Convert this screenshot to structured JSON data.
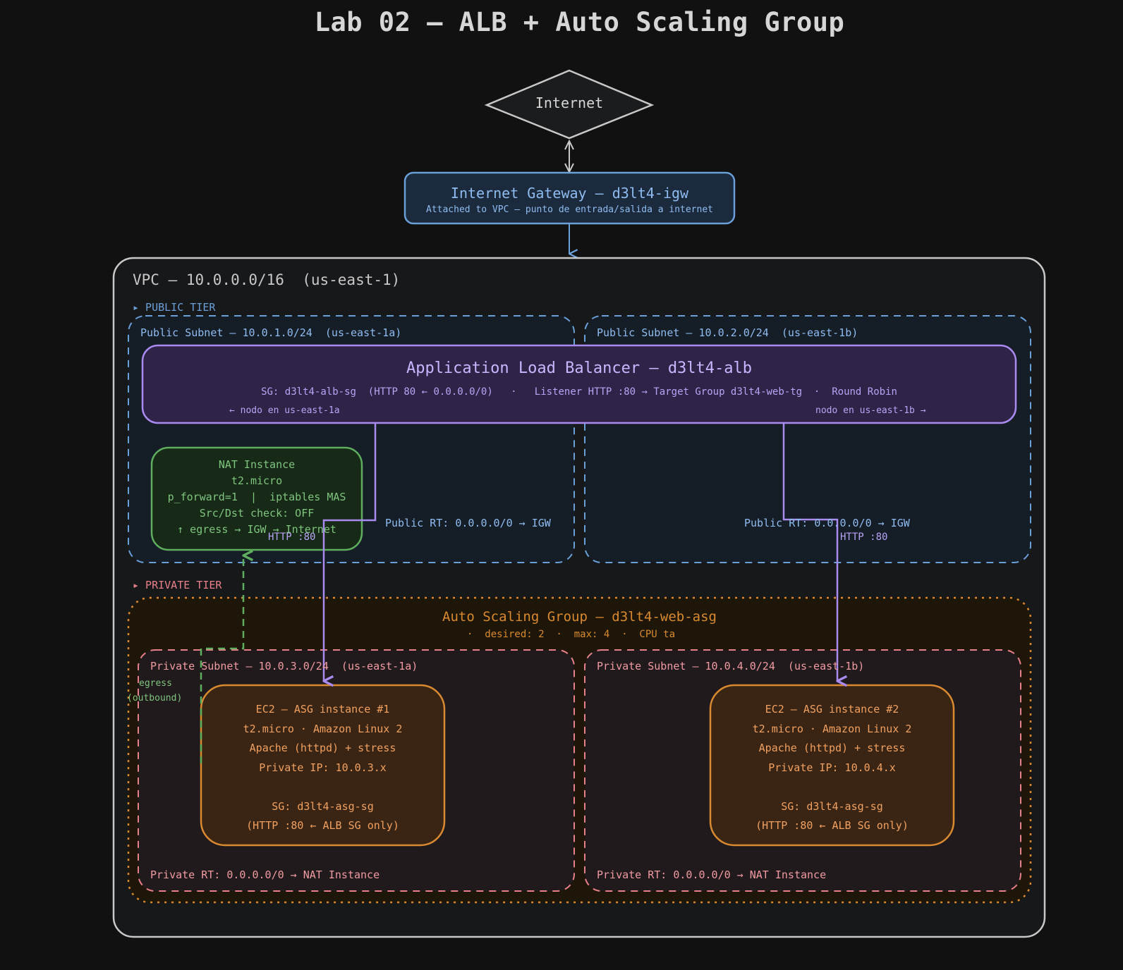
{
  "title": "Lab 02 — ALB + Auto Scaling Group",
  "internet": {
    "label": "Internet"
  },
  "igw": {
    "title": "Internet Gateway — d3lt4-igw",
    "subtitle": "Attached to VPC — punto de entrada/salida a internet"
  },
  "vpc": {
    "label": "VPC — 10.0.0.0/16  (us-east-1)",
    "public_tier": "▸ PUBLIC TIER",
    "private_tier": "▸ PRIVATE TIER"
  },
  "public_subnets": [
    {
      "label": "Public Subnet — 10.0.1.0/24  (us-east-1a)",
      "rt": "Public RT: 0.0.0.0/0 → IGW"
    },
    {
      "label": "Public Subnet — 10.0.2.0/24  (us-east-1b)",
      "rt": "Public RT: 0.0.0.0/0 → IGW"
    }
  ],
  "alb": {
    "title": "Application Load Balancer — d3lt4-alb",
    "details": "SG: d3lt4-alb-sg  (HTTP 80 ← 0.0.0.0/0)   ·   Listener HTTP :80 → Target Group d3lt4-web-tg  ·  Round Robin",
    "node_a": "← nodo en us-east-1a",
    "node_b": "nodo en us-east-1b →"
  },
  "nat": {
    "lines": [
      "NAT Instance",
      "t2.micro",
      "p_forward=1  |  iptables MAS",
      "Src/Dst check: OFF",
      "↑ egress → IGW → Internet"
    ]
  },
  "http_labels": [
    "HTTP :80",
    "HTTP :80"
  ],
  "asg": {
    "title": "Auto Scaling Group — d3lt4-web-asg",
    "details": "·  desired: 2  ·  max: 4  ·  CPU ta"
  },
  "private_subnets": [
    {
      "label": "Private Subnet — 10.0.3.0/24  (us-east-1a)",
      "rt": "Private RT: 0.0.0.0/0 → NAT Instance"
    },
    {
      "label": "Private Subnet — 10.0.4.0/24  (us-east-1b)",
      "rt": "Private RT: 0.0.0.0/0 → NAT Instance"
    }
  ],
  "egress": {
    "line1": "egress",
    "line2": "(outbound)"
  },
  "ec2": [
    {
      "lines": [
        "EC2 — ASG instance #1",
        "t2.micro · Amazon Linux 2",
        "Apache (httpd) + stress",
        "Private IP: 10.0.3.x",
        "",
        "SG: d3lt4-asg-sg",
        "(HTTP :80 ← ALB SG only)"
      ]
    },
    {
      "lines": [
        "EC2 — ASG instance #2",
        "t2.micro · Amazon Linux 2",
        "Apache (httpd) + stress",
        "Private IP: 10.0.4.x",
        "",
        "SG: d3lt4-asg-sg",
        "(HTTP :80 ← ALB SG only)"
      ]
    }
  ],
  "colors": {
    "background": "#111111",
    "public": "#6a9fd8",
    "alb": "#a98bf0",
    "nat": "#5fae5f",
    "asg": "#d98a30",
    "private": "#e8808a",
    "neutral": "#c8c8c8"
  }
}
